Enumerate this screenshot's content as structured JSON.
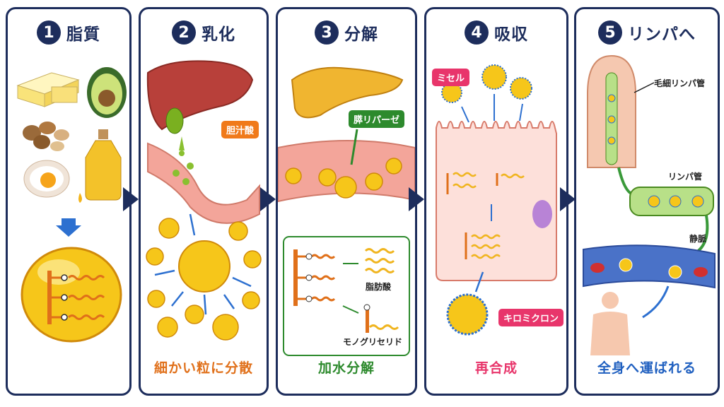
{
  "steps": [
    {
      "num": "1",
      "title": "脂質",
      "caption": "",
      "caption_color": "#e0701a"
    },
    {
      "num": "2",
      "title": "乳化",
      "caption": "細かい粒に分散",
      "caption_color": "#e0701a"
    },
    {
      "num": "3",
      "title": "分解",
      "caption": "加水分解",
      "caption_color": "#2d8a2d"
    },
    {
      "num": "4",
      "title": "吸収",
      "caption": "再合成",
      "caption_color": "#e8356b"
    },
    {
      "num": "5",
      "title": "リンパへ",
      "caption": "全身へ運ばれる",
      "caption_color": "#2060c0"
    }
  ],
  "labels": {
    "bile_acid": "胆汁酸",
    "lipase": "膵リパーゼ",
    "fatty_acid": "脂肪酸",
    "monoglyceride": "モノグリセリド",
    "micelle": "ミセル",
    "chylomicron": "キロミクロン",
    "lacteal": "毛細リンパ管",
    "lymph_vessel": "リンパ管",
    "vein": "静脈"
  },
  "colors": {
    "navy": "#1d2d5c",
    "orange_tag": "#f07a1a",
    "green_tag": "#2d8a2d",
    "pink_tag": "#e8356b"
  }
}
